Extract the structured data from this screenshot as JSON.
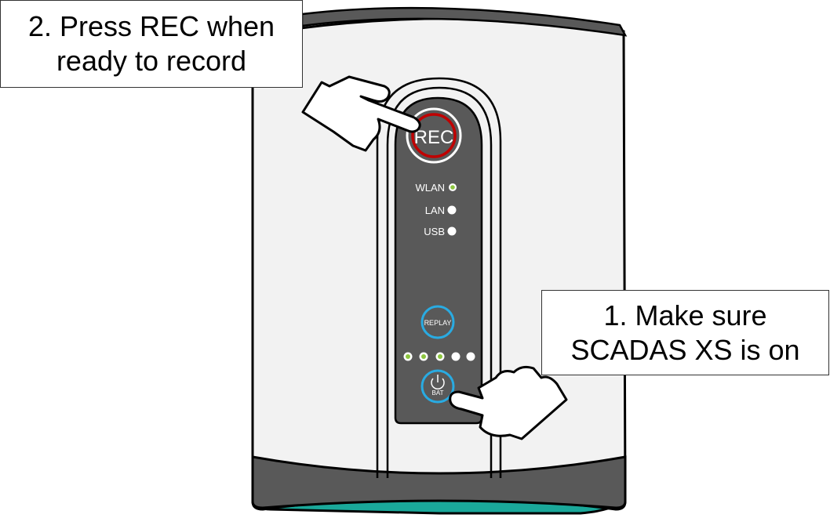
{
  "callouts": {
    "step2": {
      "line1": "2. Press REC when",
      "line2": "ready to record"
    },
    "step1": {
      "line1": "1. Make sure",
      "line2": "SCADAS XS is on"
    }
  },
  "device": {
    "rec_label": "REC",
    "indicators": [
      {
        "label": "WLAN",
        "state": "on"
      },
      {
        "label": "LAN",
        "state": "off"
      },
      {
        "label": "USB",
        "state": "off"
      }
    ],
    "replay_label": "REPLAY",
    "battery_leds_lit": 3,
    "battery_leds_total": 5,
    "power_label": "BAT"
  },
  "colors": {
    "body": "#f2f2f2",
    "panel": "#595959",
    "rec_ring": "#c00000",
    "button_ring": "#29abe2",
    "led_on": "#8dc63f",
    "base_accent": "#1aa89a"
  }
}
